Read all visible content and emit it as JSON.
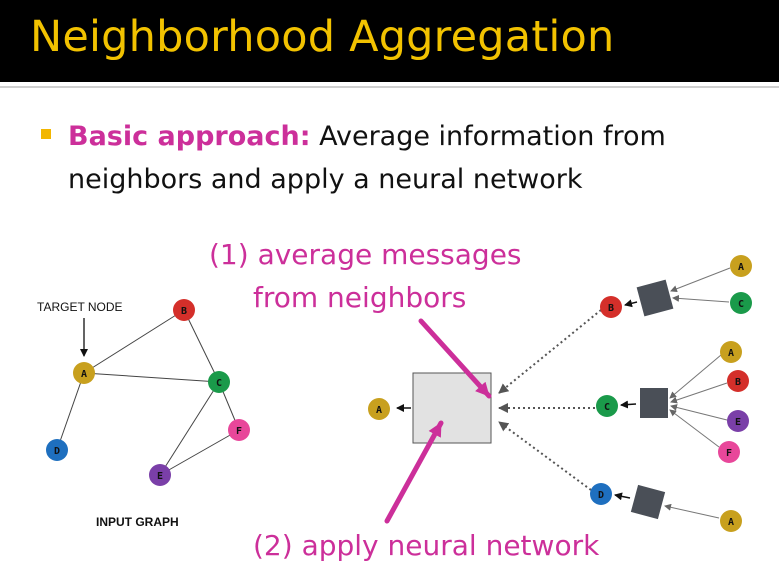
{
  "slide": {
    "title": "Neighborhood Aggregation",
    "bullet_lead": "Basic approach:",
    "bullet_rest_line1": " Average information from",
    "bullet_rest_line2": "neighbors and apply a neural network"
  },
  "annotations": {
    "average_line1": "(1) average messages",
    "average_line2": "from neighbors",
    "apply_nn": "(2) apply neural network"
  },
  "input_graph": {
    "caption": "INPUT GRAPH",
    "target_label": "TARGET NODE",
    "nodes": [
      {
        "id": "A",
        "color": "#c8a01e"
      },
      {
        "id": "B",
        "color": "#d42f2a"
      },
      {
        "id": "C",
        "color": "#1a9a4a"
      },
      {
        "id": "D",
        "color": "#1e6fbf"
      },
      {
        "id": "E",
        "color": "#7a3fa8"
      },
      {
        "id": "F",
        "color": "#e8479a"
      }
    ],
    "edges": [
      [
        "A",
        "B"
      ],
      [
        "A",
        "C"
      ],
      [
        "A",
        "D"
      ],
      [
        "B",
        "C"
      ],
      [
        "C",
        "E"
      ],
      [
        "C",
        "F"
      ],
      [
        "E",
        "F"
      ]
    ]
  },
  "computation_graph": {
    "target": "A",
    "layer1": [
      "B",
      "C",
      "D"
    ],
    "layer2": {
      "B": [
        "A",
        "C"
      ],
      "C": [
        "A",
        "B",
        "E",
        "F"
      ],
      "D": [
        "A"
      ]
    }
  },
  "colors": {
    "title": "#f2c200",
    "accent_magenta": "#cc2f9a",
    "bullet_square": "#f2b600",
    "aggregator_box": "#e2e2e2",
    "small_box": "#4a4f57"
  }
}
